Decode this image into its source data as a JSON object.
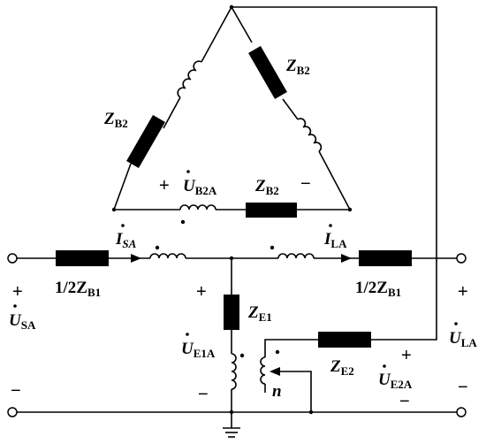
{
  "labels": {
    "zb2_left": {
      "main": "Z",
      "sub": "B2"
    },
    "zb2_right": {
      "main": "Z",
      "sub": "B2"
    },
    "zb2_bottom": {
      "main": "Z",
      "sub": "B2"
    },
    "ub2a": {
      "main": "U",
      "sub": "B2A"
    },
    "is_a": {
      "main": "I",
      "sub": "SA"
    },
    "il_a": {
      "main": "I",
      "sub": "LA"
    },
    "half_zb1_left": {
      "main": "1/2Z",
      "sub": "B1"
    },
    "half_zb1_right": {
      "main": "1/2Z",
      "sub": "B1"
    },
    "ze1": {
      "main": "Z",
      "sub": "E1"
    },
    "ze2": {
      "main": "Z",
      "sub": "E2"
    },
    "usa": {
      "main": "U",
      "sub": "SA"
    },
    "ue1a": {
      "main": "U",
      "sub": "E1A"
    },
    "ula": {
      "main": "U",
      "sub": "LA"
    },
    "ue2a": {
      "main": "U",
      "sub": "E2A"
    },
    "n": "n"
  },
  "signs": {
    "plus": "+",
    "minus": "−"
  }
}
